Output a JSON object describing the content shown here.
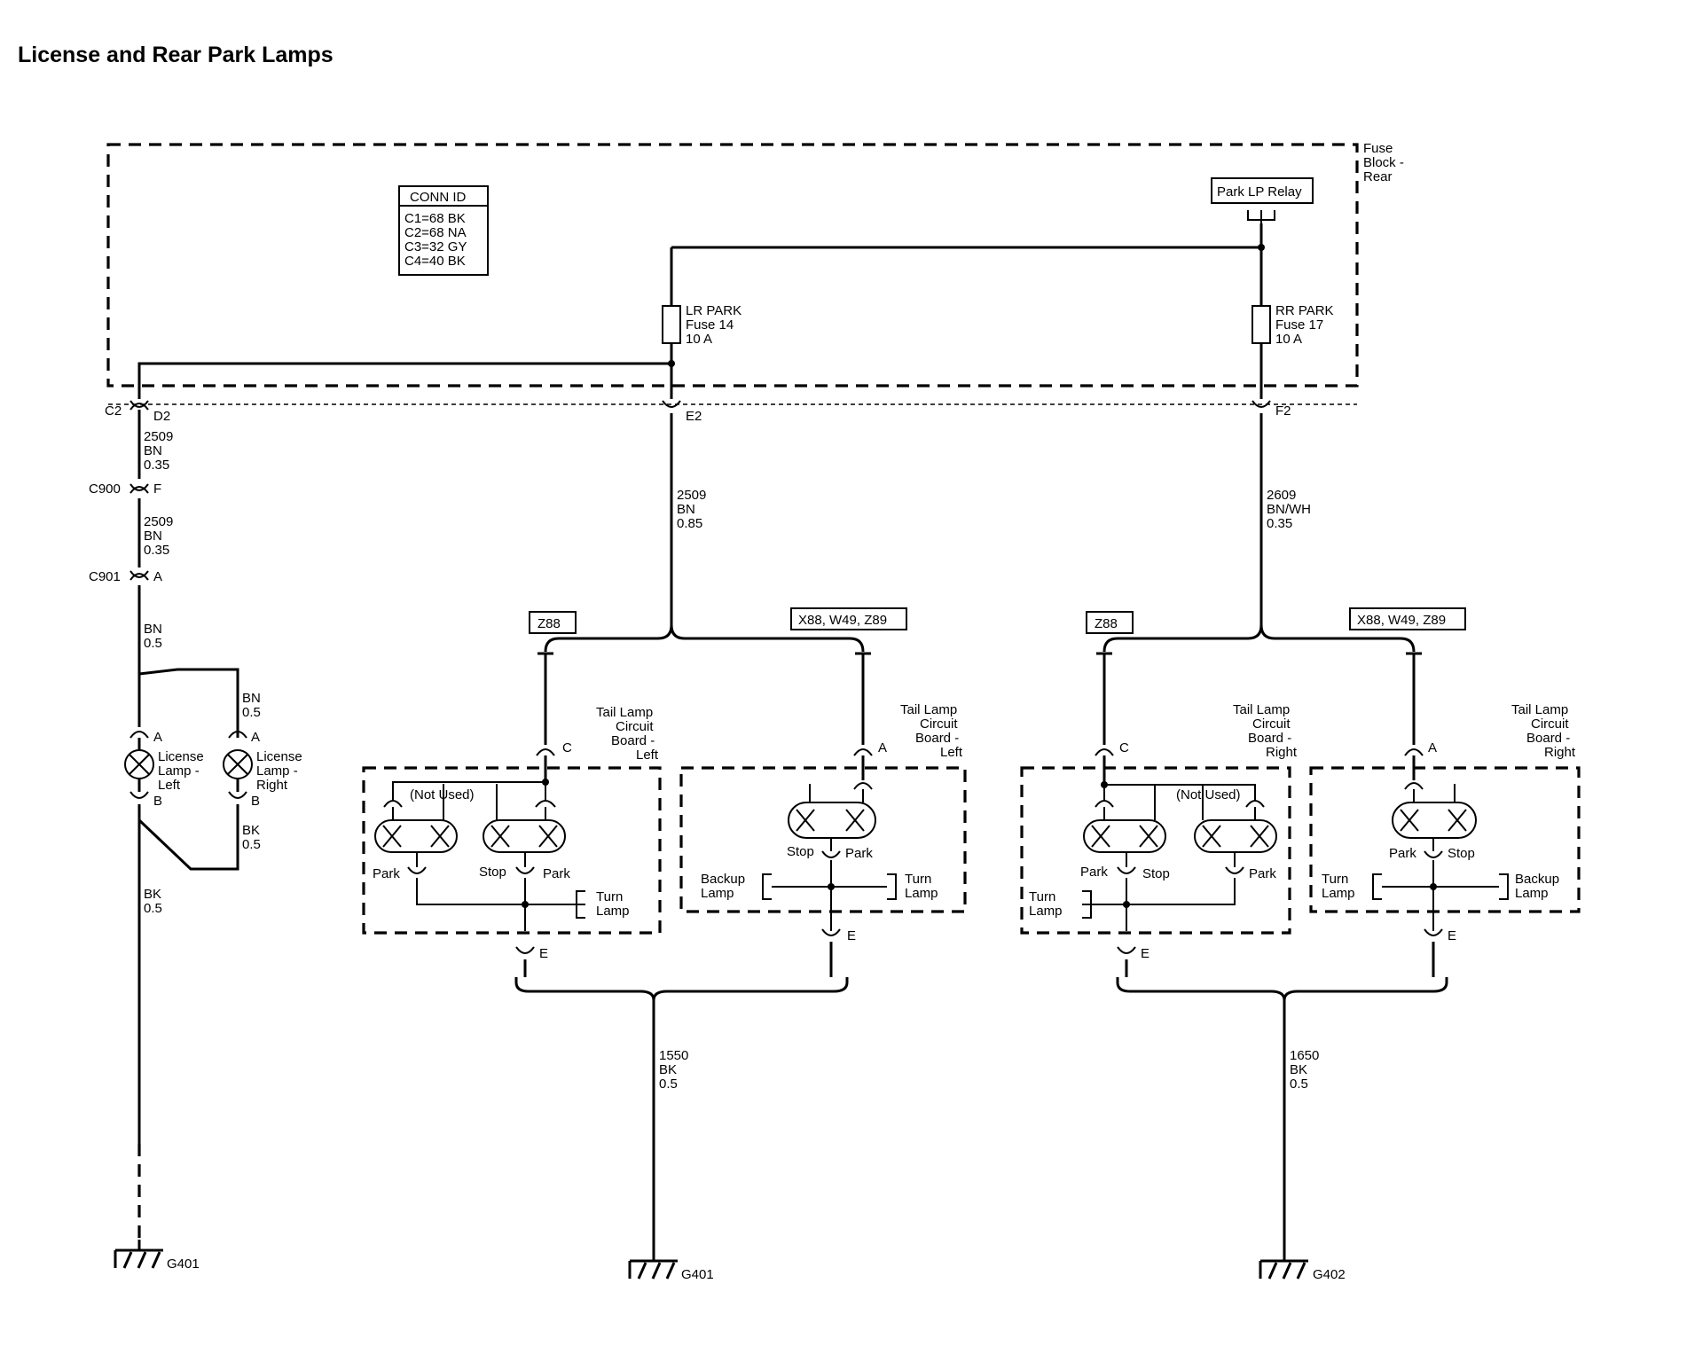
{
  "title": "License and Rear Park Lamps",
  "fuse_block": {
    "label": [
      "Fuse",
      "Block -",
      "Rear"
    ]
  },
  "conn_id": {
    "header": "CONN ID",
    "rows": [
      "C1=68 BK",
      "C2=68 NA",
      "C3=32 GY",
      "C4=40 BK"
    ]
  },
  "relay": {
    "label": "Park LP Relay"
  },
  "fuses": {
    "lr": [
      "LR PARK",
      "Fuse 14",
      "10 A"
    ],
    "rr": [
      "RR PARK",
      "Fuse 17",
      "10 A"
    ]
  },
  "connectors": {
    "c2": "C2",
    "d2": "D2",
    "e2": "E2",
    "f2": "F2",
    "c900": "C900",
    "f": "F",
    "c901": "C901",
    "a": "A",
    "c": "C",
    "b": "B",
    "e": "E"
  },
  "wires": {
    "w2509_035_a": [
      "2509",
      "BN",
      "0.35"
    ],
    "w2509_035_b": [
      "2509",
      "BN",
      "0.35"
    ],
    "w_bn_05_a": [
      "BN",
      "0.5"
    ],
    "w_bn_05_b": [
      "BN",
      "0.5"
    ],
    "w_bk_05_a": [
      "BK",
      "0.5"
    ],
    "w_bk_05_b": [
      "BK",
      "0.5"
    ],
    "w2509_085": [
      "2509",
      "BN",
      "0.85"
    ],
    "w2609_035": [
      "2609",
      "BN/WH",
      "0.35"
    ],
    "w1550": [
      "1550",
      "BK",
      "0.5"
    ],
    "w1650": [
      "1650",
      "BK",
      "0.5"
    ]
  },
  "options": {
    "z88": "Z88",
    "x88": "X88, W49, Z89"
  },
  "lamps": {
    "license_left": [
      "License",
      "Lamp -",
      "Left"
    ],
    "license_right": [
      "License",
      "Lamp -",
      "Right"
    ]
  },
  "boards": {
    "left": [
      "Tail Lamp",
      "Circuit",
      "Board -",
      "Left"
    ],
    "right": [
      "Tail Lamp",
      "Circuit",
      "Board -",
      "Right"
    ]
  },
  "bulbs": {
    "not_used": "(Not Used)",
    "park": "Park",
    "stop": "Stop",
    "turn_lamp": [
      "Turn",
      "Lamp"
    ],
    "backup_lamp": [
      "Backup",
      "Lamp"
    ]
  },
  "grounds": {
    "g401": "G401",
    "g402": "G402"
  }
}
